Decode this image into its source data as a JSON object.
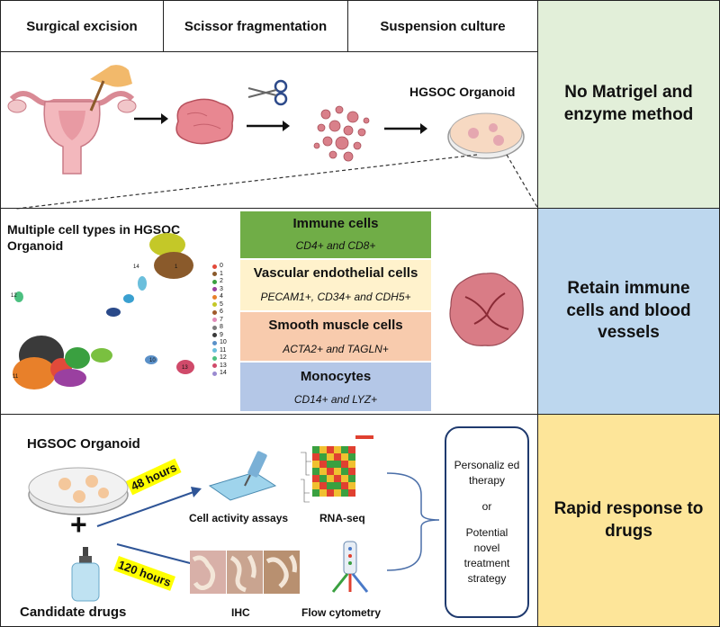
{
  "top_section": {
    "steps": [
      "Surgical excision",
      "Scissor fragmentation",
      "Suspension culture"
    ],
    "organoid_label": "HGSOC Organoid",
    "side_label": "No Matrigel and enzyme method"
  },
  "middle_section": {
    "umap_title": "Multiple cell types in HGSOC Organoid",
    "cluster_labels": [
      "0",
      "1",
      "2",
      "3",
      "4",
      "5",
      "6",
      "7",
      "8",
      "9",
      "10",
      "11",
      "12",
      "13",
      "14"
    ],
    "cell_types": [
      {
        "name": "Immune cells",
        "markers": "CD4+ and CD8+"
      },
      {
        "name": "Vascular endothelial cells",
        "markers": "PECAM1+, CD34+ and CDH5+"
      },
      {
        "name": "Smooth muscle cells",
        "markers": "ACTA2+ and TAGLN+"
      },
      {
        "name": "Monocytes",
        "markers": "CD14+ and LYZ+"
      }
    ],
    "side_label": "Retain immune cells and blood vessels"
  },
  "bottom_section": {
    "organoid_label": "HGSOC Organoid",
    "drugs_label": "Candidate drugs",
    "time_48": "48 hours",
    "time_120": "120 hours",
    "assays": [
      "Cell activity assays",
      "RNA-seq",
      "IHC",
      "Flow cytometry"
    ],
    "outcome_1": "Personaliz ed therapy",
    "outcome_or": "or",
    "outcome_2": "Potential novel treatment strategy",
    "side_label": "Rapid response to drugs"
  },
  "colors": {
    "green_panel": "#e2efd9",
    "blue_panel": "#bdd7ee",
    "yellow_panel": "#fde599",
    "immune": "#70ad47",
    "vascular": "#fff2cc",
    "smooth": "#f8cbad",
    "monocyte": "#b4c7e7",
    "time_label": "#ffff00"
  }
}
